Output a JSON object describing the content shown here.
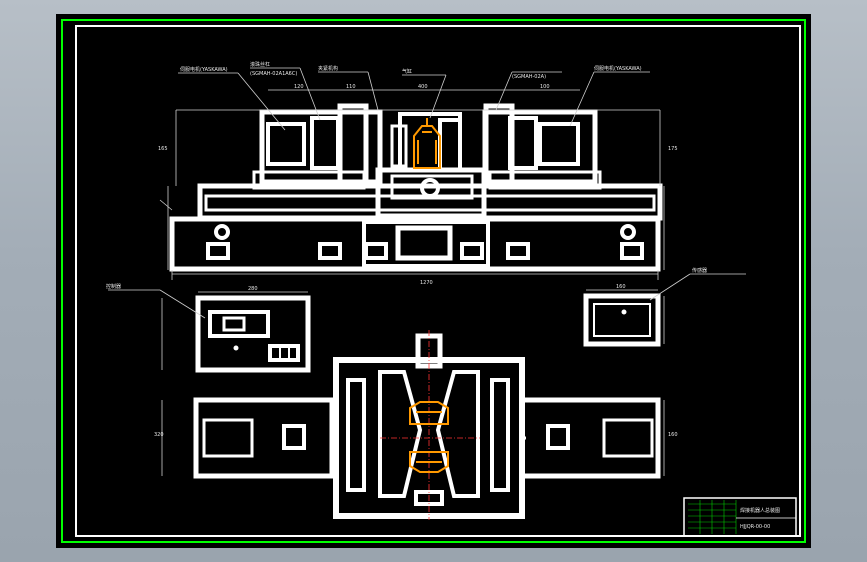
{
  "drawing": {
    "colors": {
      "background": "#000000",
      "line": "#ffffff",
      "border": "#00ff00",
      "part": "#ff9900",
      "hatch": "#ff3333",
      "dim": "#cfcfcf",
      "title_block": "#00cc00"
    },
    "callouts": {
      "servo_left": "伺服电机(YASKAWA)",
      "servo_left_model": "(SGMAH-02A1A6C)",
      "ballscrew_left": "滚珠丝杠",
      "clamp": "夹紧机构",
      "cylinder_right": "气缸",
      "servo_right": "伺服电机(YASKAWA)",
      "servo_right_model": "(SGMAH-02A)",
      "controller": "控制器",
      "sensor": "传感器"
    },
    "dimensions": {
      "top_total": "400",
      "seg_a": "120",
      "seg_b": "110",
      "seg_c": "100",
      "overall_width": "1270",
      "height_a": "165",
      "height_b": "175",
      "box_left_w": "280",
      "box_right_w": "160",
      "plan_h1": "320",
      "plan_h2": "160"
    },
    "title_block": {
      "title": "焊接机器人总装图",
      "drawing_no": "HJJQR-00-00"
    }
  }
}
